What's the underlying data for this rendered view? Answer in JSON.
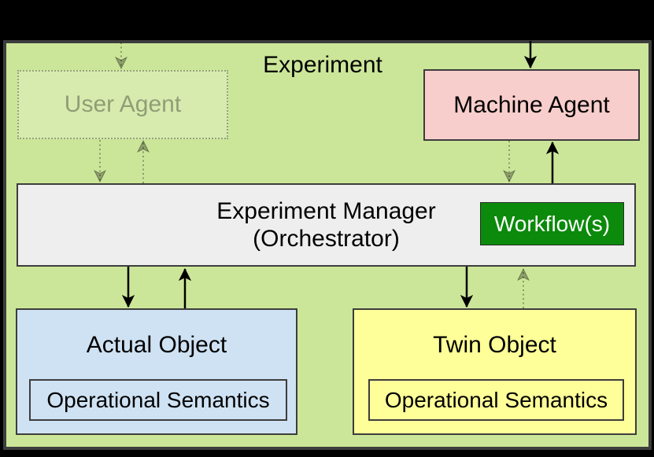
{
  "diagram": {
    "title": "Experiment",
    "nodes": {
      "user_agent": {
        "label": "User Agent"
      },
      "machine_agent": {
        "label": "Machine Agent"
      },
      "manager": {
        "line1": "Experiment Manager",
        "line2": "(Orchestrator)"
      },
      "workflow": {
        "label": "Workflow(s)"
      },
      "actual_object": {
        "label": "Actual Object",
        "inner": "Operational Semantics"
      },
      "twin_object": {
        "label": "Twin Object",
        "inner": "Operational Semantics"
      }
    },
    "edges": [
      {
        "from": "external-top",
        "to": "user_agent",
        "style": "dotted-faded"
      },
      {
        "from": "external-top",
        "to": "machine_agent",
        "style": "solid"
      },
      {
        "from": "user_agent",
        "to": "manager",
        "style": "dotted-faded"
      },
      {
        "from": "manager",
        "to": "user_agent",
        "style": "dotted-faded"
      },
      {
        "from": "machine_agent",
        "to": "manager",
        "style": "dotted-faded"
      },
      {
        "from": "manager",
        "to": "machine_agent",
        "style": "solid"
      },
      {
        "from": "manager",
        "to": "actual_object",
        "style": "solid"
      },
      {
        "from": "actual_object",
        "to": "manager",
        "style": "solid"
      },
      {
        "from": "manager",
        "to": "twin_object",
        "style": "solid"
      },
      {
        "from": "twin_object",
        "to": "manager",
        "style": "dotted-faded"
      }
    ],
    "colors": {
      "background": "#000000",
      "container_fill": "#cce699",
      "container_border": "#3d3d3d",
      "machine_agent_fill": "#f8cecc",
      "manager_fill": "#eeeeee",
      "workflow_fill": "#0b8a0b",
      "workflow_text": "#ffffff",
      "actual_object_fill": "#cfe2f3",
      "twin_object_fill": "#ffff99"
    }
  }
}
